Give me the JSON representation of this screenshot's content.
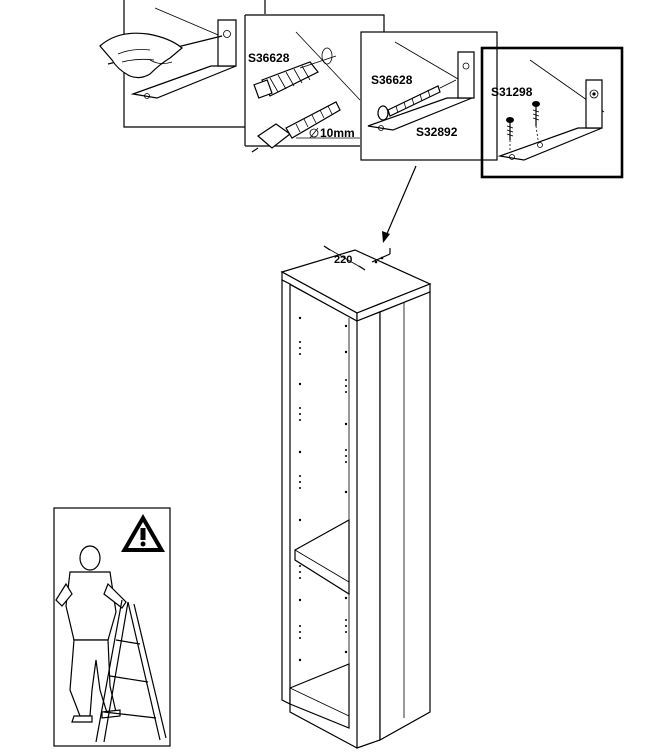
{
  "parts": {
    "anchor_panel2": "S36628",
    "anchor_panel3": "S36628",
    "screw_panel3": "S32892",
    "screw_panel4": "S31298"
  },
  "dimensions": {
    "drill_diameter": "10mm",
    "bracket_offset": "220"
  },
  "icons": {
    "warning": "warning-icon",
    "drill": "drill-icon",
    "pencil_hand": "pencil-mark-icon"
  },
  "colors": {
    "ink": "#000000",
    "paper": "#ffffff"
  }
}
